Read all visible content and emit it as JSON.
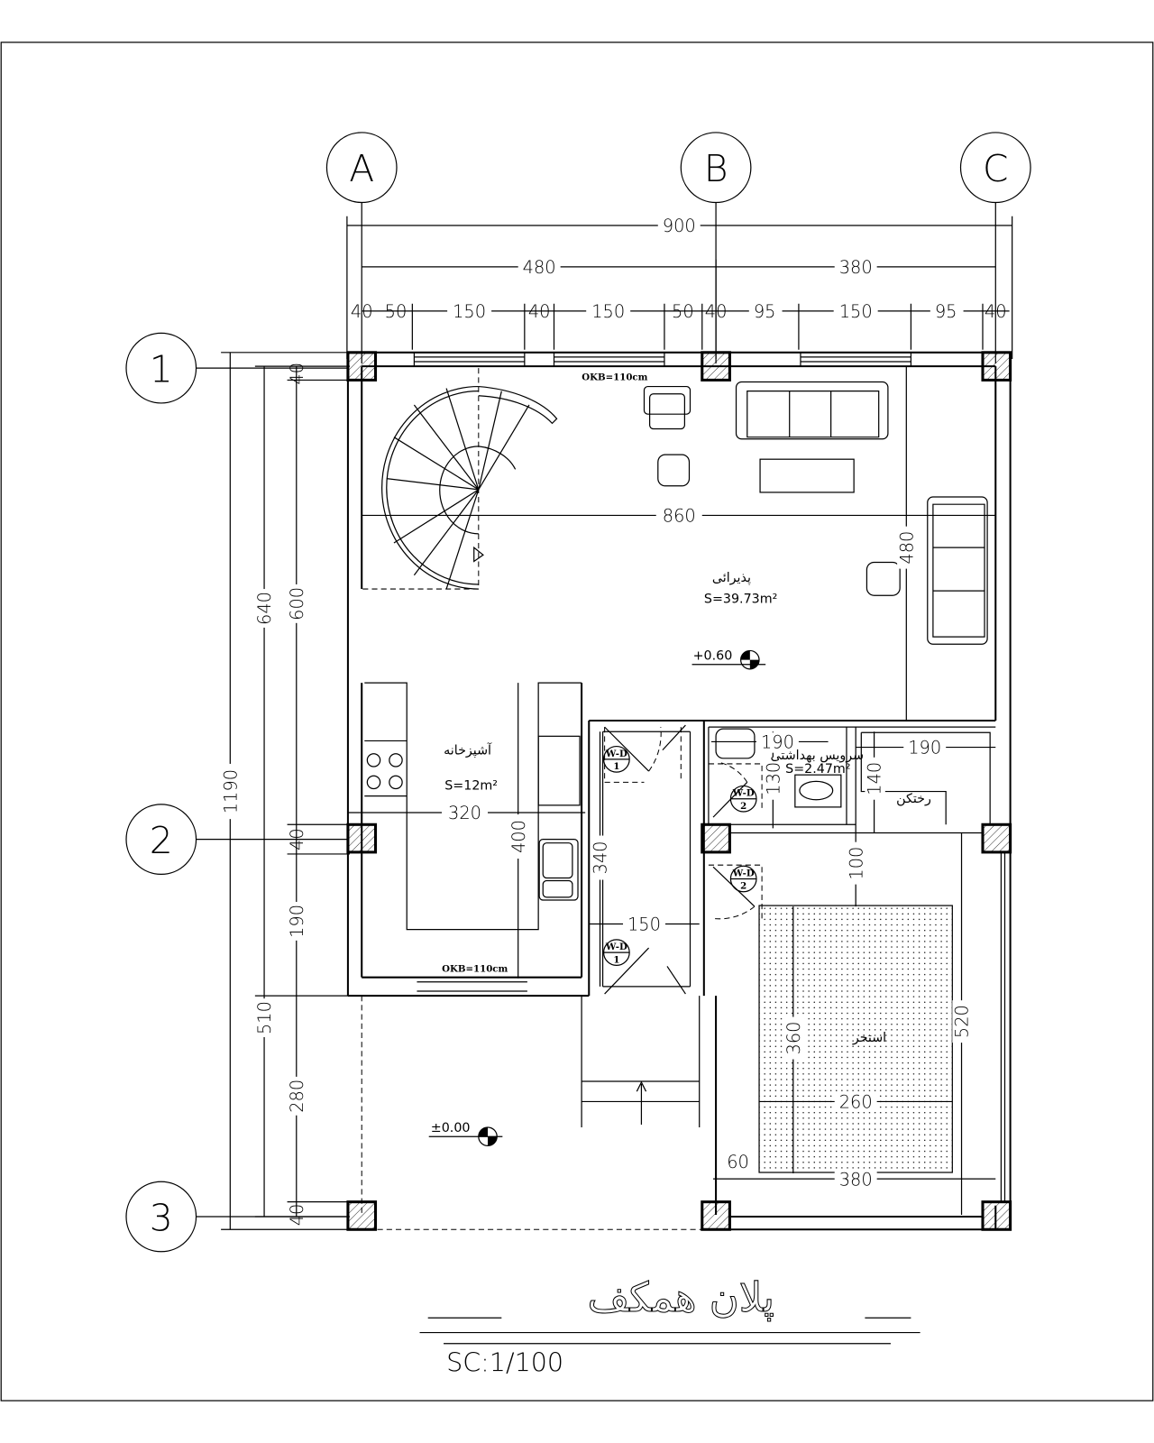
{
  "grid": {
    "cols": [
      "A",
      "B",
      "C"
    ],
    "rows": [
      "1",
      "2",
      "3"
    ]
  },
  "dims": {
    "top_total": "900",
    "top_ab": "480",
    "top_bc": "380",
    "top_row": [
      "40",
      "50",
      "150",
      "40",
      "150",
      "50",
      "40",
      "95",
      "150",
      "95",
      "40"
    ],
    "left_total": "1190",
    "left_upper": "640",
    "left_lower": "510",
    "left_row": [
      "40",
      "600",
      "40",
      "190",
      "280",
      "40"
    ],
    "living_width": "860",
    "living_depth": "480",
    "kitchen_width": "320",
    "kitchen_depth": "400",
    "corridor_depth": "340",
    "corridor_width": "150",
    "wc_width": "190",
    "wc_depth": "130",
    "dress_width": "190",
    "dress_depth": "140",
    "pool_gap": "100",
    "pool_len": "360",
    "pool_width": "260",
    "yard_depth": "520",
    "yard_width": "380",
    "yard_margin": "60"
  },
  "rooms": {
    "living": {
      "name": "پذیرائی",
      "area": "S=39.73m²"
    },
    "kitchen": {
      "name": "آشپزخانه",
      "area": "S=12m²"
    },
    "wc": {
      "name": "سرویس بهداشتی",
      "area": "S=2.47m²"
    },
    "dressing": {
      "name": "رختکن"
    },
    "pool": {
      "name": "استخر"
    }
  },
  "notes": {
    "okb": "OKB=110cm",
    "level_upper": "+0.60",
    "level_ground": "±0.00"
  },
  "doors": {
    "type": "W-D",
    "n1": "1",
    "n2": "2"
  },
  "title": {
    "name": "پلان همکف",
    "scale": "SC:1/100"
  }
}
